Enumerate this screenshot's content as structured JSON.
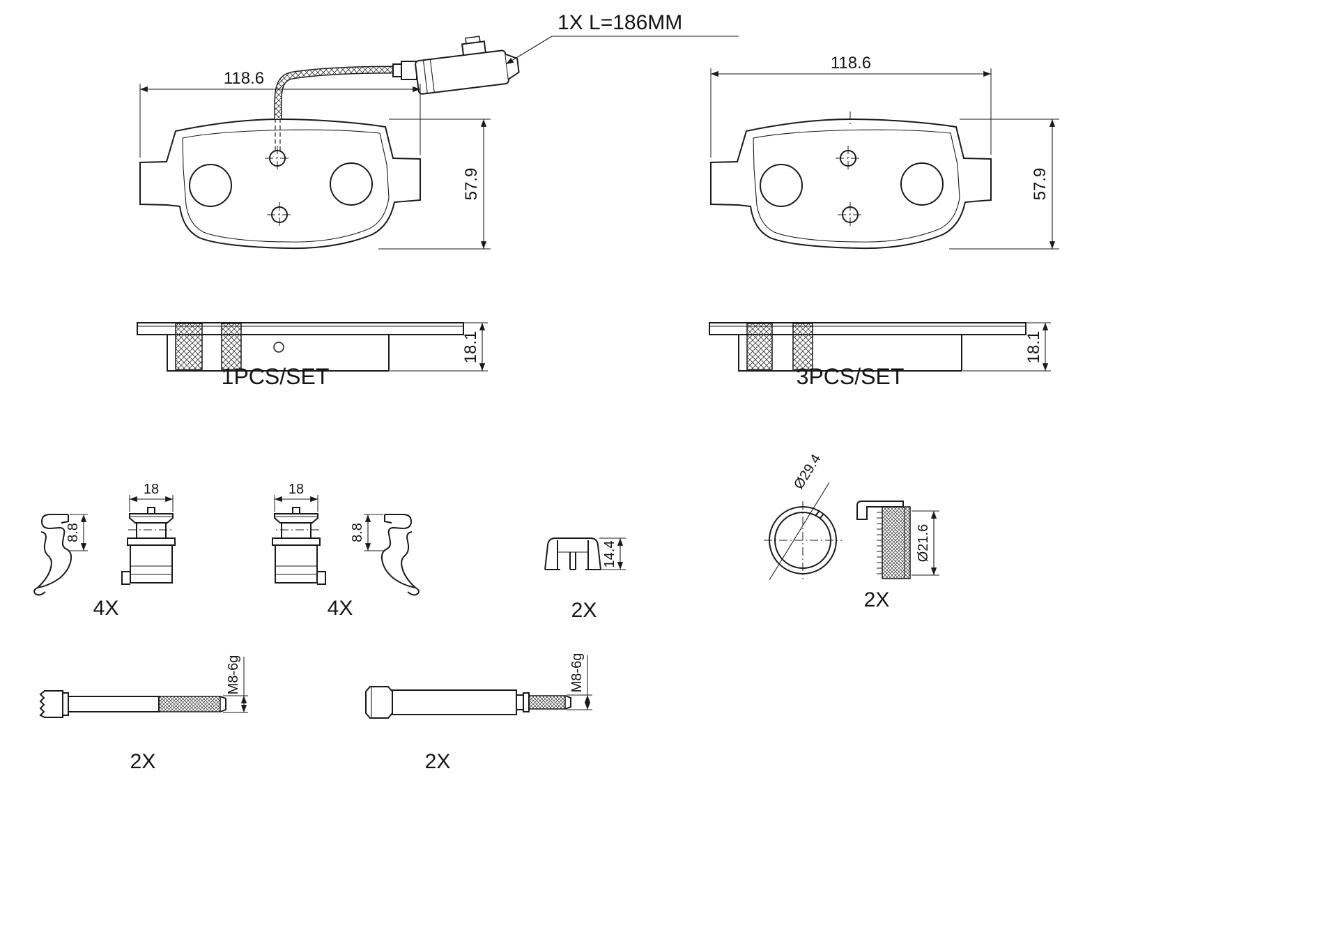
{
  "sensor": {
    "label": "1X L=186MM"
  },
  "pad_left": {
    "width": "118.6",
    "height": "57.9"
  },
  "pad_right": {
    "width": "118.6",
    "height": "57.9"
  },
  "edge_left": {
    "thickness": "18.1",
    "set_label": "1PCS/SET"
  },
  "edge_right": {
    "thickness": "18.1",
    "set_label": "3PCS/SET"
  },
  "hw": {
    "clip1_h": "8.8",
    "guide1_w": "18",
    "guide2_w": "18",
    "clip2_h": "8.8",
    "group1_qty": "4X",
    "group2_qty": "4X",
    "cap_h": "14.4",
    "cap_qty": "2X",
    "ring_d": "Ø29.4",
    "sleeve_d": "Ø21.6",
    "ring_qty": "2X",
    "bolt1_thread": "M8-6g",
    "bolt1_qty": "2X",
    "bolt2_thread": "M8-6g",
    "bolt2_qty": "2X"
  }
}
